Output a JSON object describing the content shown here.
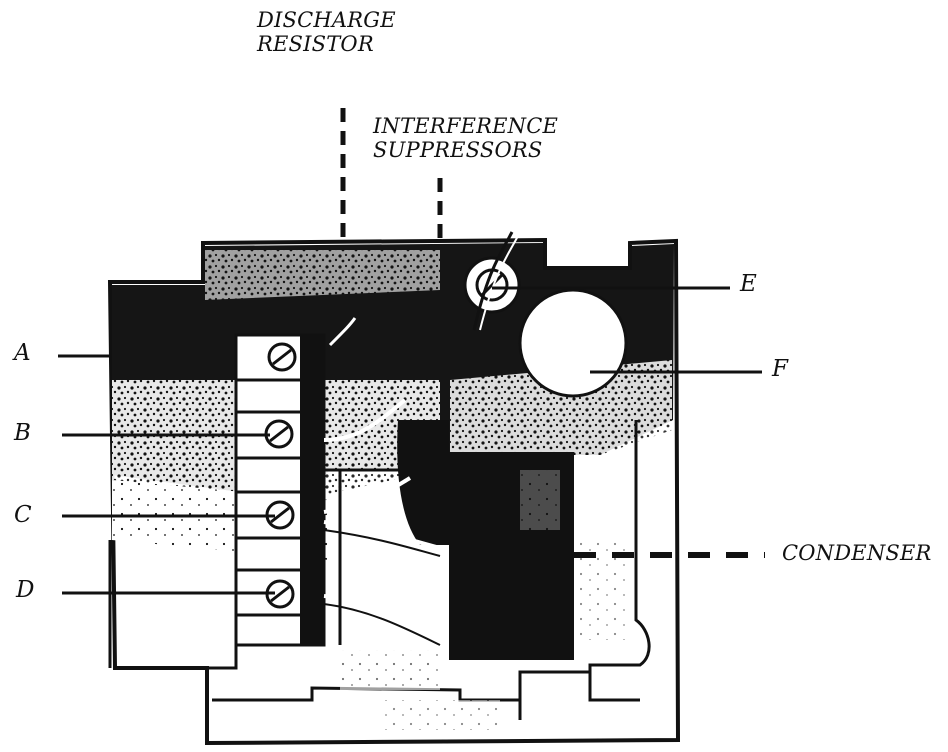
{
  "labels": {
    "discharge_resistor": [
      "DISCHARGE",
      "RESISTOR"
    ],
    "interference_suppressors": [
      "INTERFERENCE",
      "SUPPRESSORS"
    ],
    "condenser": "CONDENSER",
    "a": "A",
    "b": "B",
    "c": "C",
    "d": "D",
    "e": "E",
    "f": "F"
  },
  "colors": {
    "ink": "#111111",
    "paper": "#ffffff"
  }
}
